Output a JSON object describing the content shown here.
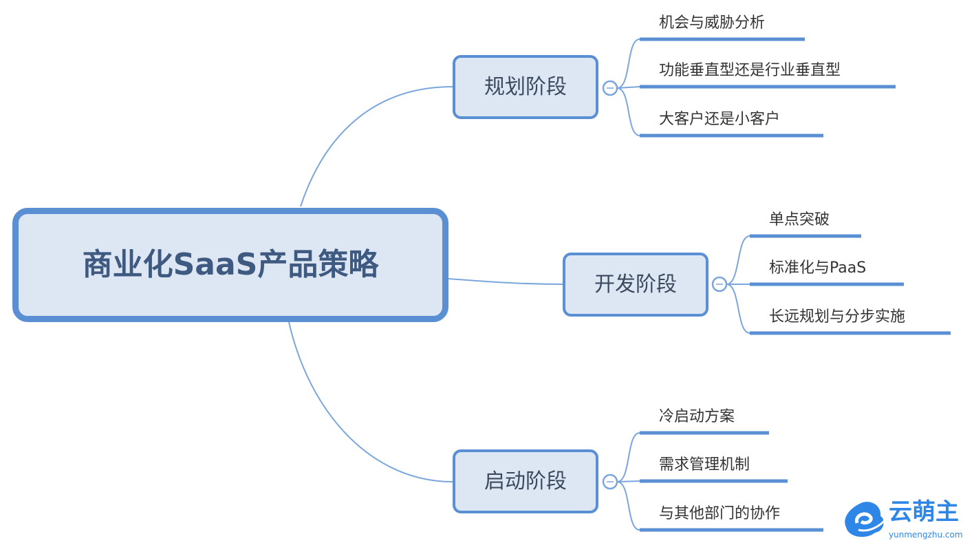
{
  "root": {
    "label": "商业化SaaS产品策略"
  },
  "branches": [
    {
      "label": "规划阶段",
      "leaves": [
        "机会与威胁分析",
        "功能垂直型还是行业垂直型",
        "大客户还是小客户"
      ]
    },
    {
      "label": "开发阶段",
      "leaves": [
        "单点突破",
        "标准化与PaaS",
        "长远规划与分步实施"
      ]
    },
    {
      "label": "启动阶段",
      "leaves": [
        "冷启动方案",
        "需求管理机制",
        "与其他部门的协作"
      ]
    }
  ],
  "logo": {
    "name": "云萌主",
    "url": "yunmengzhu.com"
  },
  "colors": {
    "accent": "#5b8fd4",
    "node_fill": "#dde7f4",
    "brand": "#2e86e6"
  }
}
